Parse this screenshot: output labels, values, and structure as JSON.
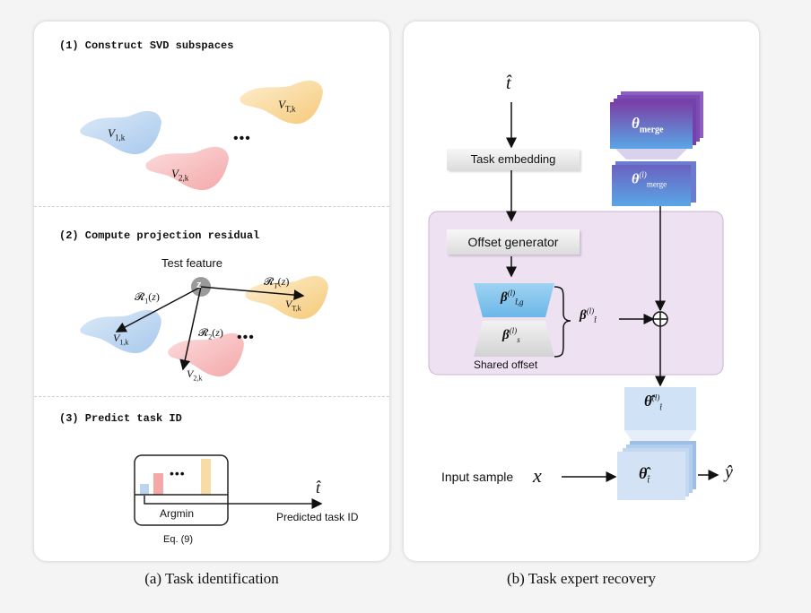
{
  "panel_a": {
    "step1_title": "(1) Construct SVD subspaces",
    "step2_title": "(2) Compute projection residual",
    "step3_title": "(3) Predict task ID",
    "subspaces": {
      "v1k": "V1,k",
      "v2k": "V2,k",
      "vtk": "VT,k",
      "ellipsis": "•••"
    },
    "test_feature_label": "Test feature",
    "z_label": "z",
    "residuals": {
      "r1": "R1(z)",
      "r2": "R2(z)",
      "rt": "RT(z)"
    },
    "argmin_label": "Argmin",
    "eq_ref": "Eq. (9)",
    "t_hat": "t̂",
    "predicted_task_id": "Predicted task ID",
    "bars": {
      "colors": [
        "#bcd4f0",
        "#f4a9a8",
        "#f8dca6"
      ]
    }
  },
  "panel_b": {
    "t_hat": "t̂",
    "task_embedding": "Task embedding",
    "offset_generator": "Offset generator",
    "beta_tg": "β(l)t̂,g",
    "beta_s": "β(l)s",
    "shared_offset": "Shared offset",
    "beta_t": "β(l)t̂",
    "theta_merge": "θmerge",
    "theta_merge_l": "θ(l)merge",
    "theta_hat_l": "θ̂(l)t̂",
    "theta_hat": "θ̂t̂",
    "input_sample": "Input sample",
    "x": "x",
    "y_hat": "ŷ",
    "colors": {
      "purple_region": "#eee1f2",
      "beta_blue": "#8ec8ee",
      "theta_top": "#7b3fa6",
      "theta_bottom": "#5aa6e6",
      "out_blue": "#cfe2f6"
    }
  },
  "captions": {
    "a": "(a) Task identification",
    "b": "(b)  Task expert recovery"
  }
}
